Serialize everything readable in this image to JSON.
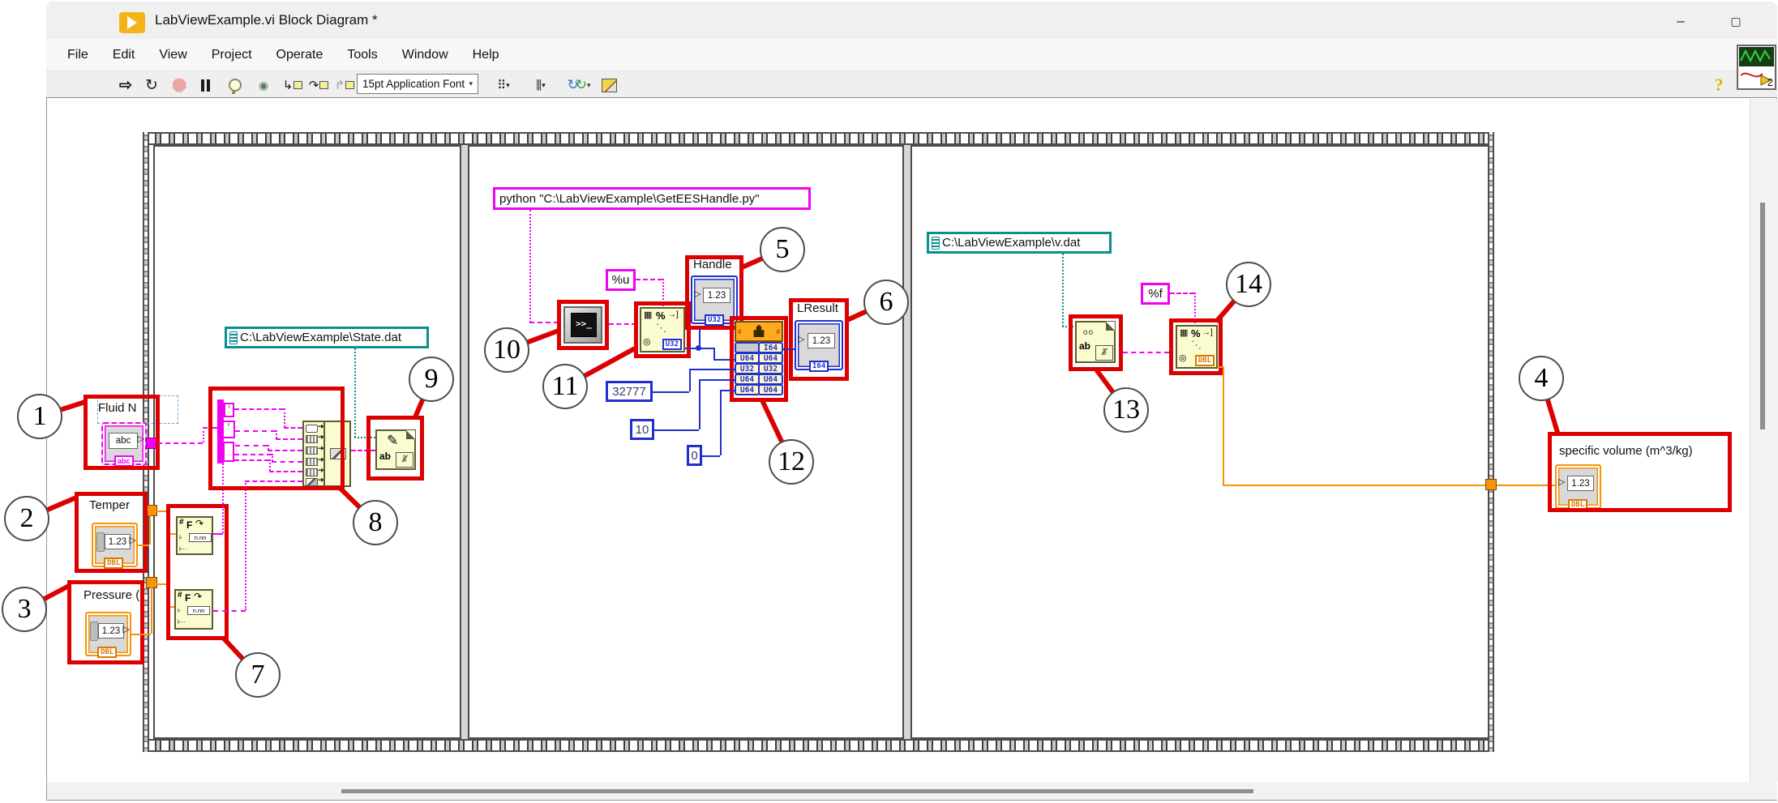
{
  "window": {
    "title": "LabViewExample.vi Block Diagram *",
    "minimize": "–",
    "maximize": "▢",
    "close": "✕"
  },
  "menu": {
    "items": [
      "File",
      "Edit",
      "View",
      "Project",
      "Operate",
      "Tools",
      "Window",
      "Help"
    ]
  },
  "toolbar": {
    "font_selector": "15pt Application Font",
    "help": "?",
    "vi_badge_count": "2"
  },
  "icons": {
    "run": "⇨",
    "run_continuous": "↻",
    "step_into": "↳",
    "step_over": "↷",
    "step_out": "↱",
    "probe": "◉",
    "dropdown": "▼",
    "small_dropdown": "▾",
    "cleanup": "🖌",
    "resize": "↻",
    "align": "⠿",
    "distribute": "⫼",
    "terminal_prompt": ">>_",
    "pencil": "✎",
    "glasses": "oo",
    "enter_arrow": "⇥",
    "out_triangle": "▷",
    "in_triangle": "▷",
    "scan_grid": "▦",
    "scan_pct": "%",
    "scan_arrow": "→]",
    "dots": "⋱",
    "target": "◎",
    "lib_building": "⌂"
  },
  "frame1": {
    "path_constant": "C:\\LabViewExample\\State.dat",
    "fluid_label": "Fluid N",
    "fluid_value": "abc",
    "fluid_tag": "abc",
    "temp_label": "Temper",
    "temp_value": "1.23",
    "temp_tag": "DBL",
    "pressure_label": "Pressure (",
    "pressure_value": "1.23",
    "pressure_tag": "DBL",
    "numstr_hash": "#",
    "numstr_f": "F",
    "numstr_curve": "↷",
    "numstr_fmt": "n.nn",
    "write_ab": "ab"
  },
  "frame2": {
    "cmd_constant": "python \"C:\\LabViewExample\\GetEESHandle.py\"",
    "fmt_u": "%u",
    "handle_label": "Handle",
    "handle_value": "1.23",
    "handle_tag": "U32",
    "scan_tag": "U32",
    "lresult_label": "LResult",
    "lresult_value": "1.23",
    "lresult_tag": "I64",
    "const_32777": "32777",
    "const_10": "10",
    "const_0": "0",
    "lib_left": [
      "",
      "U64",
      "U32",
      "U64",
      "U64"
    ],
    "lib_right": [
      "I64",
      "U64",
      "U32",
      "U64",
      "U64"
    ],
    "lib_param": "#"
  },
  "frame3": {
    "path_constant": "C:\\LabViewExample\\v.dat",
    "fmt_f": "%f",
    "scan_tag": "DBL",
    "read_ab": "ab",
    "sv_label": "specific volume (m^3/kg)",
    "sv_value": "1.23",
    "sv_tag": "DBL"
  },
  "callouts": [
    {
      "num": "1"
    },
    {
      "num": "2"
    },
    {
      "num": "3"
    },
    {
      "num": "4"
    },
    {
      "num": "5"
    },
    {
      "num": "6"
    },
    {
      "num": "7"
    },
    {
      "num": "8"
    },
    {
      "num": "9"
    },
    {
      "num": "10"
    },
    {
      "num": "11"
    },
    {
      "num": "12"
    },
    {
      "num": "13"
    },
    {
      "num": "14"
    }
  ]
}
